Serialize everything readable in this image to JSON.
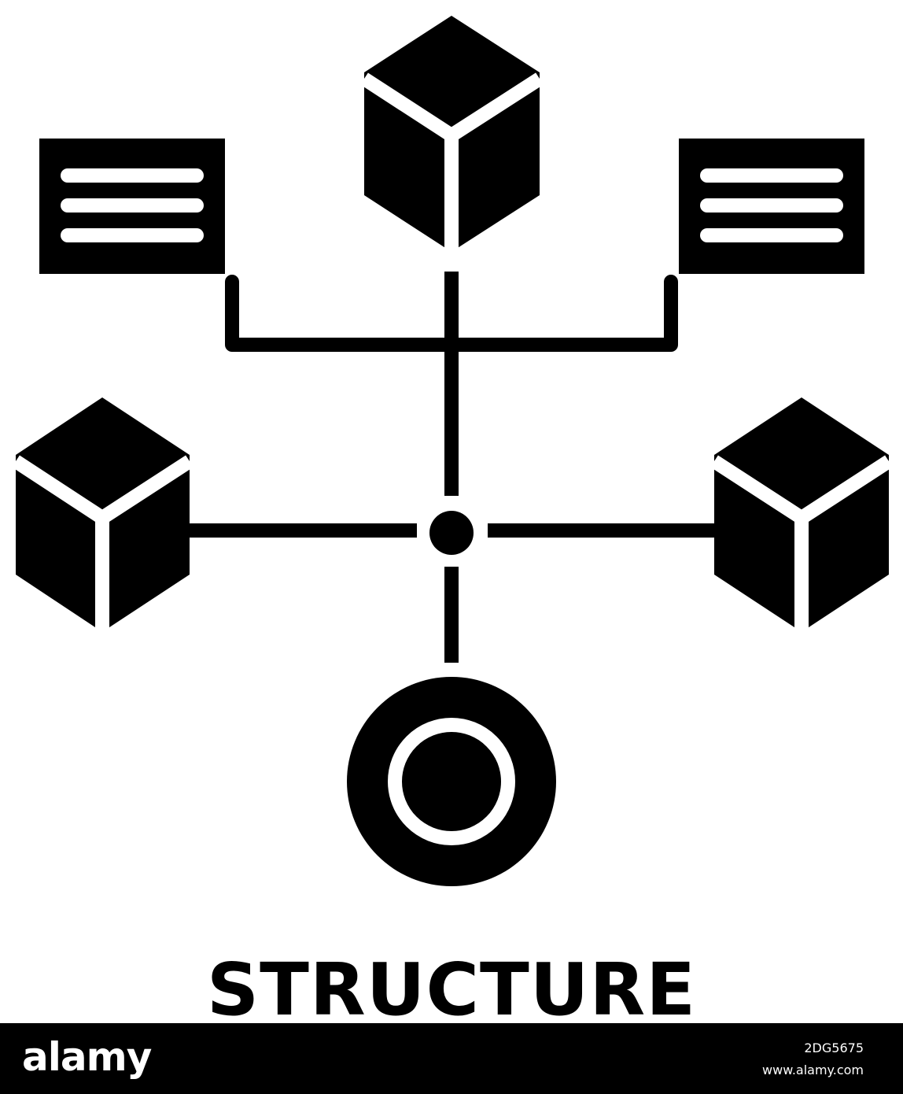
{
  "icon": {
    "name": "structure-diagram-icon",
    "fill_color": "#000000",
    "background_color": "#ffffff"
  },
  "caption": {
    "text": "STRUCTURE"
  },
  "footer": {
    "brand": "alamy",
    "image_id": "2DG5675",
    "site_url": "www.alamy.com",
    "background_color": "#000000",
    "text_color": "#ffffff"
  }
}
